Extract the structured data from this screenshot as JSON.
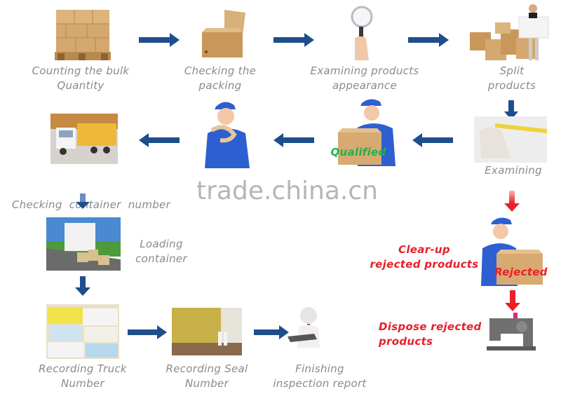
{
  "colors": {
    "arrow_blue": "#1f4e8c",
    "arrow_red": "#e8202a",
    "label_gray": "#8a8a8a",
    "label_red": "#e8202a",
    "qualified_green": "#22b04b",
    "watermark_gray": "#a9a9a9"
  },
  "steps": {
    "counting": {
      "line1": "Counting the bulk",
      "line2": "Quantity",
      "icon": "pallet-boxes-icon"
    },
    "packing": {
      "line1": "Checking the",
      "line2": "packing",
      "icon": "open-box-icon"
    },
    "appearance": {
      "line1": "Examining products",
      "line2": "appearance",
      "icon": "magnifier-icon"
    },
    "split": {
      "line1": "Split",
      "line2": "products",
      "icon": "boxes-person-icon"
    },
    "examining": {
      "line1": "Examining",
      "icon": "measuring-tape-icon"
    },
    "qualified": {
      "overlay": "Qualified",
      "icon": "worker-box-icon"
    },
    "sealing": {
      "icon": "worker-tape-icon"
    },
    "container_check": {
      "line1": "Checking  container  number",
      "icon": "truck-icon"
    },
    "loading": {
      "line1": "Loading",
      "line2": "container",
      "icon": "loading-truck-icon"
    },
    "truck_number": {
      "line1": "Recording Truck",
      "line2": "Number",
      "icon": "license-plates-icon"
    },
    "seal_number": {
      "line1": "Recording Seal",
      "line2": "Number",
      "icon": "container-icon"
    },
    "report": {
      "line1": "Finishing",
      "line2": "inspection report",
      "icon": "person-report-icon"
    },
    "clearup": {
      "line1": "Clear-up",
      "line2": "rejected products",
      "overlay": "Rejected",
      "icon": "worker-rejected-box-icon"
    },
    "dispose": {
      "line1": "Dispose rejected",
      "line2": "products",
      "icon": "sewing-machine-icon"
    }
  },
  "watermark": "trade.china.cn"
}
